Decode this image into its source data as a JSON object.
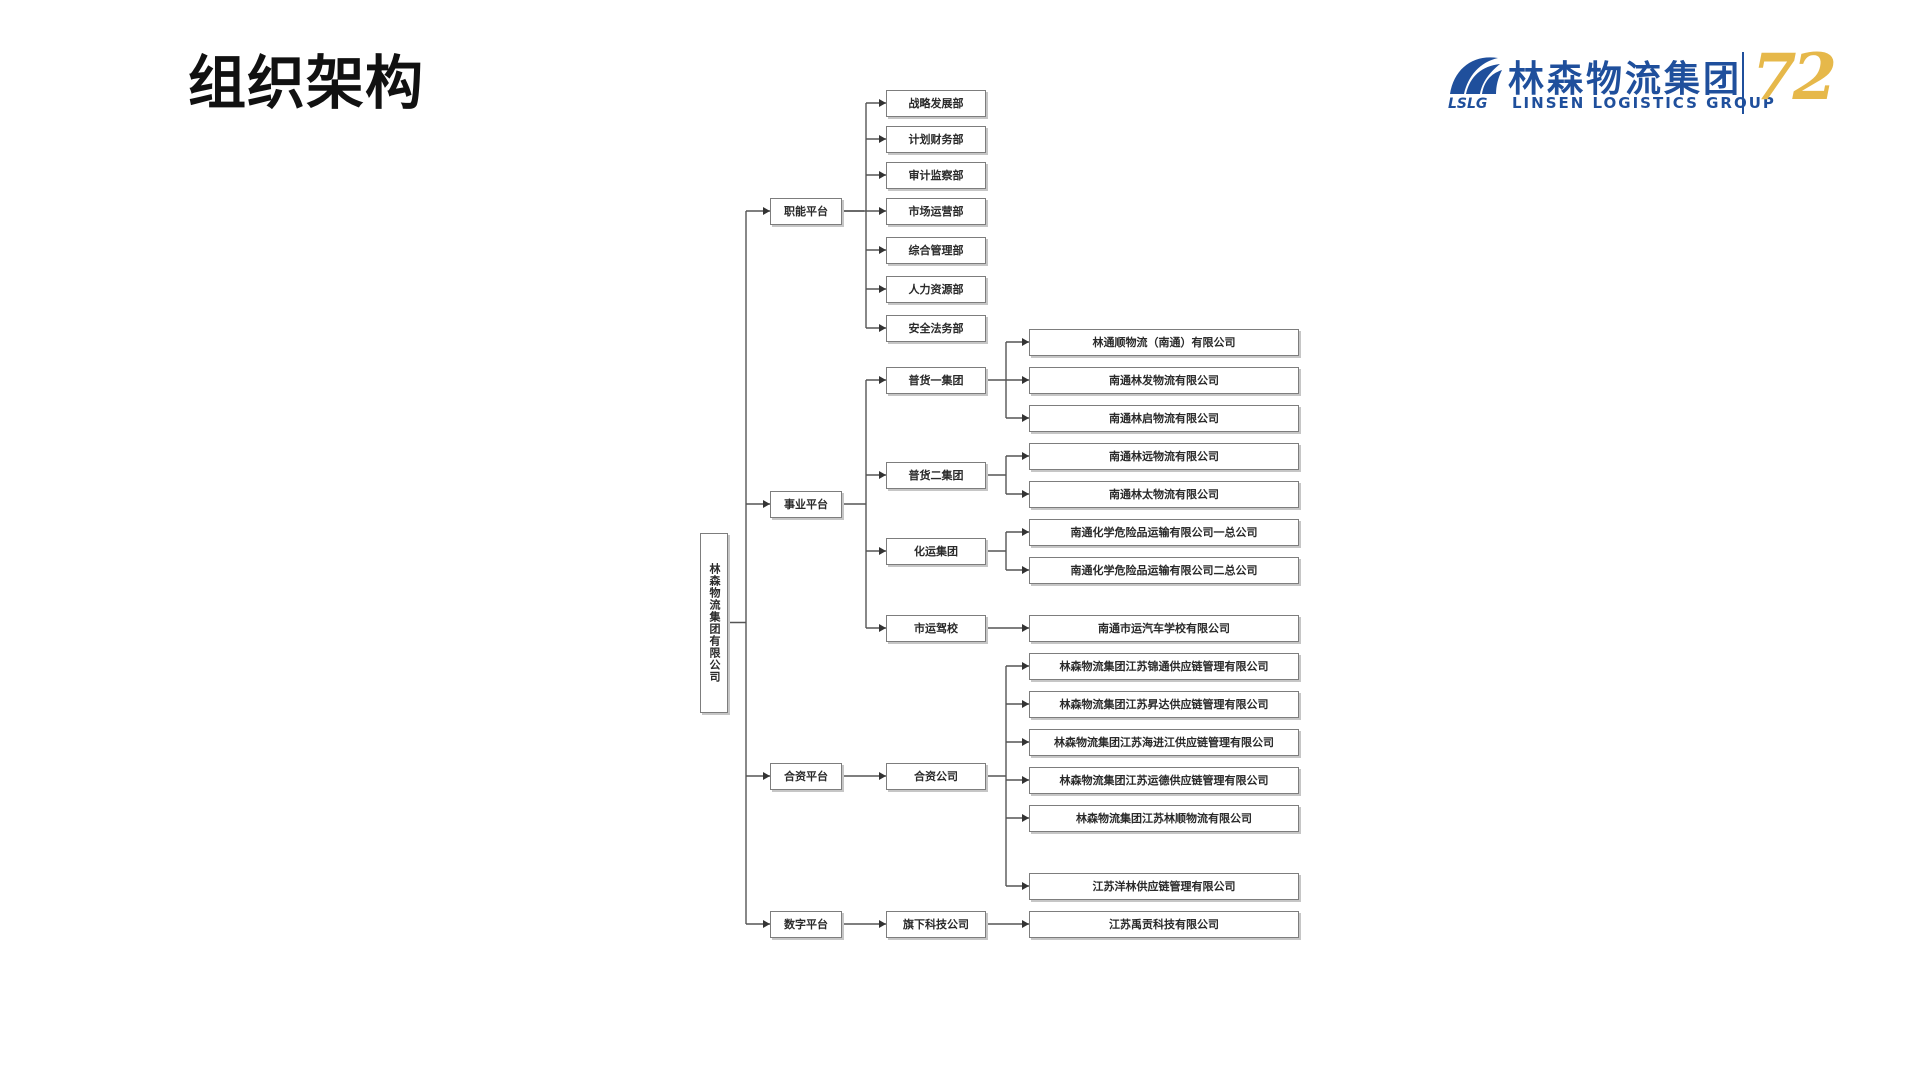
{
  "page": {
    "title": "组织架构"
  },
  "logo": {
    "mark_icon": "lslg-arc-mark-icon",
    "abbr": "LSLG",
    "name_cn": "林森物流集团",
    "name_en": "LINSEN LOGISTICS GROUP",
    "anniversary": "72",
    "colors": {
      "brand": "#1f4f9c",
      "gold": "#e6b84a"
    }
  },
  "org": {
    "root": {
      "name": "林森物流集团有限公司"
    },
    "platforms": [
      {
        "name": "职能平台",
        "departments": [
          "战略发展部",
          "计划财务部",
          "审计监察部",
          "市场运营部",
          "综合管理部",
          "人力资源部",
          "安全法务部"
        ]
      },
      {
        "name": "事业平台",
        "groups": [
          {
            "name": "普货一集团",
            "companies": [
              "林通顺物流（南通）有限公司",
              "南通林发物流有限公司",
              "南通林启物流有限公司"
            ]
          },
          {
            "name": "普货二集团",
            "companies": [
              "南通林远物流有限公司",
              "南通林太物流有限公司"
            ]
          },
          {
            "name": "化运集团",
            "companies": [
              "南通化学危险品运输有限公司一总公司",
              "南通化学危险品运输有限公司二总公司"
            ]
          },
          {
            "name": "市运驾校",
            "companies": [
              "南通市运汽车学校有限公司"
            ]
          }
        ]
      },
      {
        "name": "合资平台",
        "groups": [
          {
            "name": "合资公司",
            "companies": [
              "林森物流集团江苏锦通供应链管理有限公司",
              "林森物流集团江苏昇达供应链管理有限公司",
              "林森物流集团江苏海进江供应链管理有限公司",
              "林森物流集团江苏运德供应链管理有限公司",
              "林森物流集团江苏林顺物流有限公司",
              "江苏洋林供应链管理有限公司"
            ]
          }
        ]
      },
      {
        "name": "数字平台",
        "groups": [
          {
            "name": "旗下科技公司",
            "companies": [
              "江苏禹贡科技有限公司"
            ]
          }
        ]
      }
    ]
  }
}
